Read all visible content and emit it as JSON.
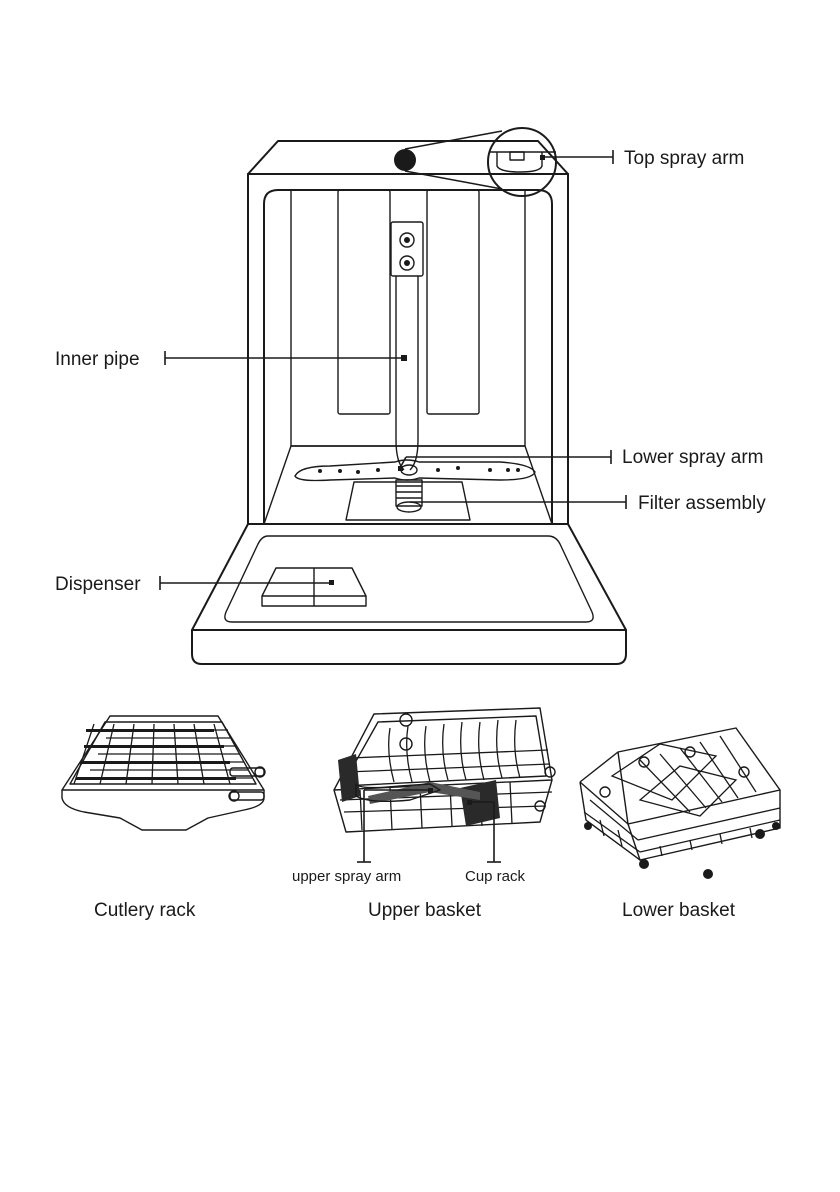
{
  "labels": {
    "top_spray_arm": "Top spray arm",
    "inner_pipe": "Inner pipe",
    "lower_spray_arm": "Lower spray arm",
    "filter_assembly": "Filter assembly",
    "dispenser": "Dispenser",
    "upper_spray_arm": "upper spray arm",
    "cup_rack": "Cup rack"
  },
  "captions": {
    "cutlery_rack": "Cutlery rack",
    "upper_basket": "Upper basket",
    "lower_basket": "Lower basket"
  }
}
